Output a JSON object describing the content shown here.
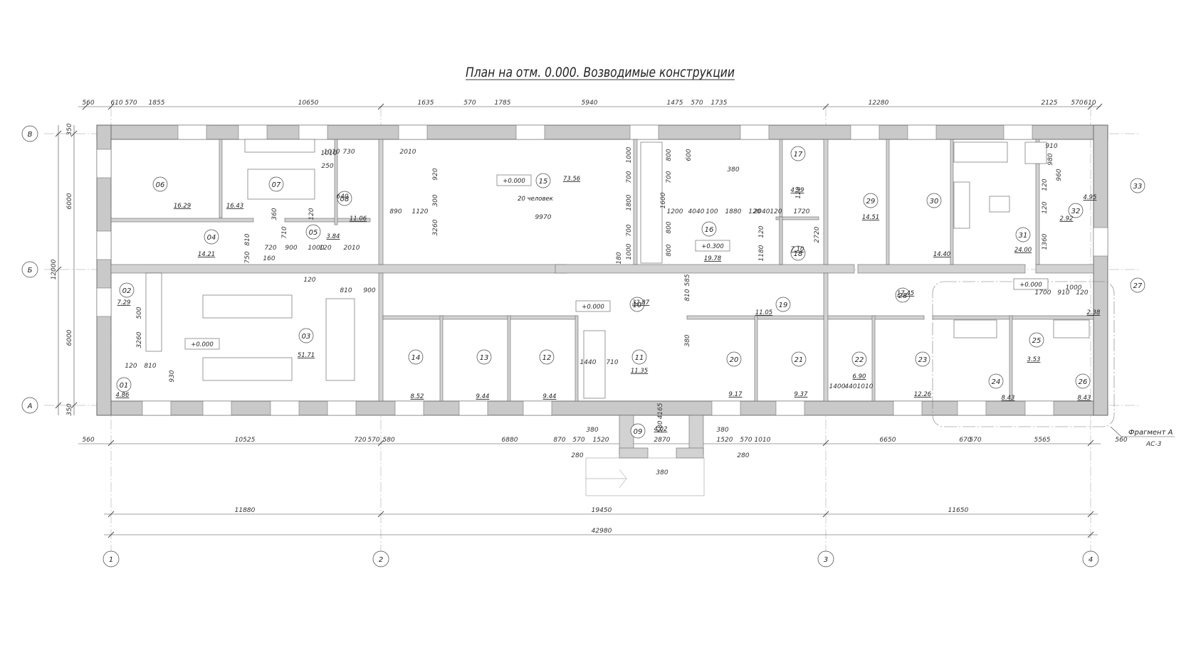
{
  "title": "План на отм. 0.000. Возводимые конструкции",
  "rooms": [
    {
      "num": "01",
      "area": "4.86"
    },
    {
      "num": "02",
      "area": "7.29"
    },
    {
      "num": "03",
      "area": "51.71"
    },
    {
      "num": "04",
      "area": "14.21"
    },
    {
      "num": "05",
      "area": "3.84"
    },
    {
      "num": "06",
      "area": "16.29"
    },
    {
      "num": "07",
      "area": "16.43"
    },
    {
      "num": "08",
      "area": "11.06"
    },
    {
      "num": "09",
      "area": "4.02"
    },
    {
      "num": "10",
      "area": "32.87"
    },
    {
      "num": "11",
      "area": "11.35"
    },
    {
      "num": "12",
      "area": "9.44"
    },
    {
      "num": "13",
      "area": "9.44"
    },
    {
      "num": "14",
      "area": "8.52"
    },
    {
      "num": "15",
      "area": "73.56"
    },
    {
      "num": "16",
      "area": "19.78"
    },
    {
      "num": "17",
      "area": "4.59"
    },
    {
      "num": "18",
      "area": "7.10"
    },
    {
      "num": "19",
      "area": "11.05"
    },
    {
      "num": "20",
      "area": "9.17"
    },
    {
      "num": "21",
      "area": "9.37"
    },
    {
      "num": "22",
      "area": "6.90"
    },
    {
      "num": "23",
      "area": "12.26"
    },
    {
      "num": "24",
      "area": "8.43"
    },
    {
      "num": "25",
      "area": "3.53"
    },
    {
      "num": "26",
      "area": "8.43"
    },
    {
      "num": "27",
      "area": "2.38"
    },
    {
      "num": "28",
      "area": "17.45"
    },
    {
      "num": "29",
      "area": "14.51"
    },
    {
      "num": "30",
      "area": "14.40"
    },
    {
      "num": "31",
      "area": "24.00"
    },
    {
      "num": "32",
      "area": "2.92"
    },
    {
      "num": "33",
      "area": "4.95"
    }
  ],
  "levels": [
    "+0.000",
    "+0.000",
    "+0.000",
    "+0.300",
    "+0.000"
  ],
  "note": "20 человек",
  "axes": {
    "rows": [
      "В",
      "Б",
      "А"
    ],
    "cols": [
      "1",
      "2",
      "3",
      "4"
    ]
  },
  "dims": {
    "top": [
      "560",
      "610",
      "570",
      "1855",
      "10650",
      "1635",
      "570",
      "1785",
      "5940",
      "1475",
      "570",
      "1735",
      "12280",
      "2125",
      "570",
      "610"
    ],
    "bottom": [
      "560",
      "10525",
      "720",
      "570",
      "580",
      "6880",
      "870",
      "570",
      "1520",
      "2870",
      "1520",
      "570",
      "1010",
      "6650",
      "670",
      "570",
      "5565",
      "560"
    ],
    "bottom2": [
      "380",
      "280",
      "380",
      "280",
      "380"
    ],
    "overall": [
      "11880",
      "19450",
      "11650"
    ],
    "total": "42980",
    "left": [
      "350",
      "6000",
      "6000",
      "350"
    ],
    "left_total": "12000",
    "inner": [
      "1010",
      "730",
      "250",
      "2010",
      "890",
      "1120",
      "920",
      "300",
      "3260",
      "9970",
      "1000",
      "700",
      "1800",
      "700",
      "1000",
      "180",
      "800",
      "700",
      "1600",
      "800",
      "1200",
      "800",
      "600",
      "380",
      "4040",
      "100",
      "1880",
      "120",
      "2040",
      "120",
      "1720",
      "120",
      "2720",
      "1180",
      "120",
      "1010",
      "640",
      "120",
      "360",
      "710",
      "720",
      "900",
      "1000",
      "120",
      "2010",
      "160",
      "750",
      "810",
      "120",
      "810",
      "900",
      "810",
      "585",
      "380",
      "4165",
      "580",
      "1440",
      "710",
      "500",
      "3260",
      "120",
      "810",
      "930",
      "910",
      "980",
      "120",
      "960",
      "120",
      "1360",
      "1700",
      "910",
      "1000",
      "120",
      "1400",
      "440",
      "1010",
      "440"
    ]
  },
  "fragment": {
    "label": "Фрагмент А",
    "sheet": "АС-3"
  },
  "colors": {
    "wall": "#c9c9c9",
    "line": "#444444"
  }
}
